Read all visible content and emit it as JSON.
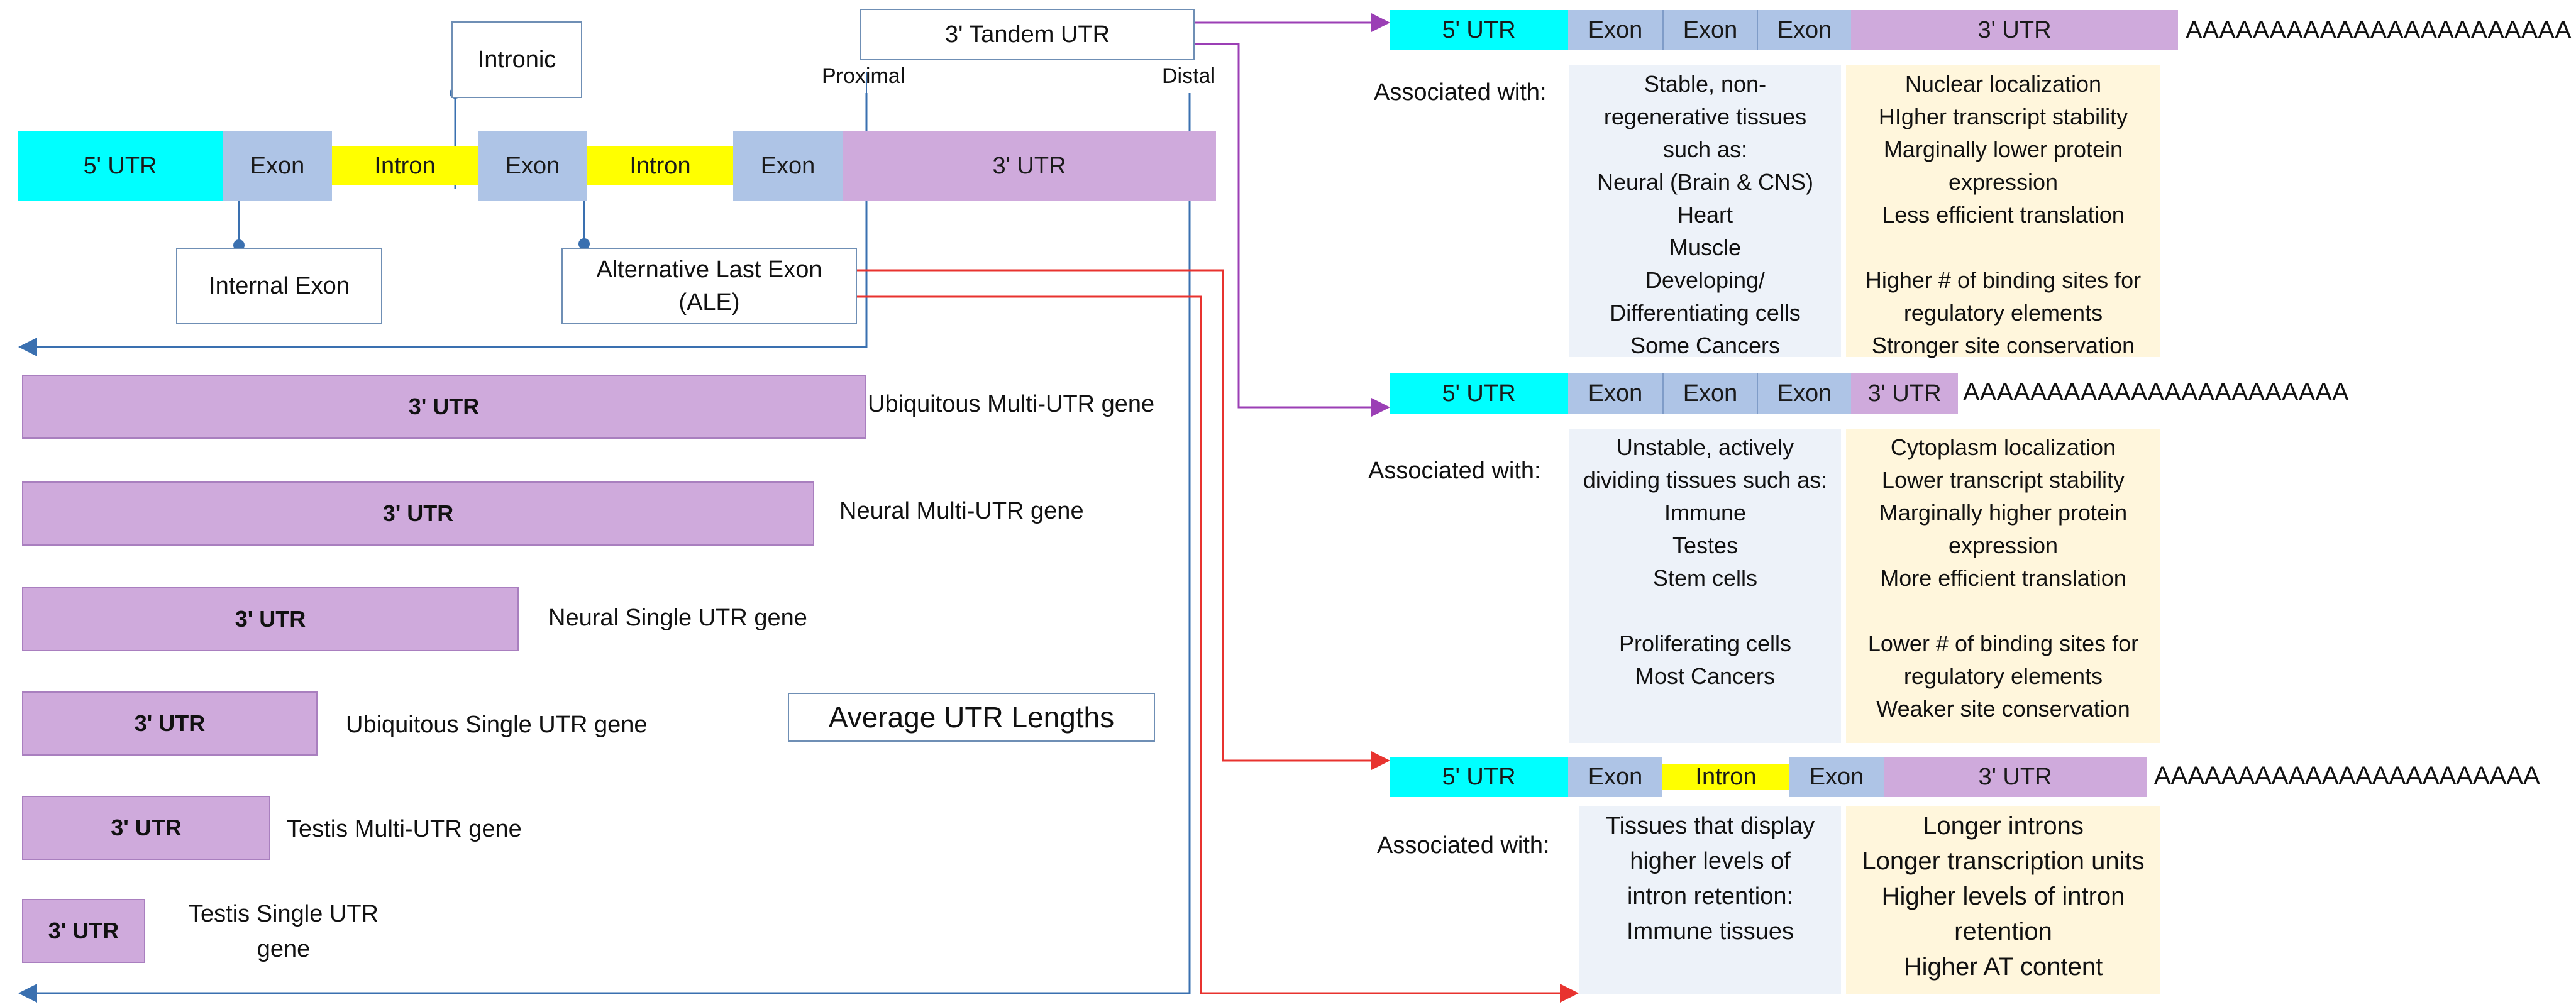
{
  "gene_model": {
    "segments": [
      "5' UTR",
      "Exon",
      "Intron",
      "Exon",
      "Intron",
      "Exon",
      "3' UTR"
    ],
    "callout_intronic": "Intronic",
    "callout_internal_exon": "Internal Exon",
    "callout_ale_line1": "Alternative Last Exon",
    "callout_ale_line2": "(ALE)",
    "callout_tandem": "3' Tandem UTR",
    "label_proximal": "Proximal",
    "label_distal": "Distal"
  },
  "utr_lengths": {
    "title": "Average UTR Lengths",
    "bar_text": "3' UTR",
    "bars": [
      {
        "label": "Ubiquitous Multi-UTR gene",
        "relative_length": 1.0
      },
      {
        "label": "Neural Multi-UTR gene",
        "relative_length": 0.94
      },
      {
        "label": "Neural Single UTR gene",
        "relative_length": 0.59
      },
      {
        "label": "Ubiquitous Single UTR gene",
        "relative_length": 0.35
      },
      {
        "label": "Testis Multi-UTR gene",
        "relative_length": 0.29
      },
      {
        "label_line1": "Testis Single UTR",
        "label_line2": "gene",
        "relative_length": 0.145
      }
    ]
  },
  "isoforms": [
    {
      "segments": [
        "5' UTR",
        "Exon",
        "Exon",
        "Exon",
        "3' UTR"
      ],
      "polyA": "AAAAAAAAAAAAAAAAAAAAAAA",
      "assoc_label": "Associated with:",
      "tissues": [
        "Stable, non-",
        "regenerative tissues",
        "such as:",
        "Neural (Brain & CNS)",
        "Heart",
        "Muscle",
        "Developing/",
        "Differentiating cells",
        "Some Cancers"
      ],
      "features": [
        "Nuclear localization",
        "HIgher transcript stability",
        "Marginally lower protein",
        "expression",
        "Less efficient translation",
        "",
        "Higher # of binding sites for",
        "regulatory elements",
        "Stronger site conservation"
      ]
    },
    {
      "segments": [
        "5' UTR",
        "Exon",
        "Exon",
        "Exon",
        "3' UTR"
      ],
      "polyA": "AAAAAAAAAAAAAAAAAAAAAAA",
      "assoc_label": "Associated with:",
      "tissues": [
        "Unstable, actively",
        "dividing tissues such as:",
        "Immune",
        "Testes",
        "Stem cells",
        "",
        "Proliferating cells",
        "Most Cancers"
      ],
      "features": [
        "Cytoplasm localization",
        "Lower transcript stability",
        "Marginally higher protein",
        "expression",
        "More efficient translation",
        "",
        "Lower # of binding sites for",
        "regulatory elements",
        "Weaker site conservation"
      ]
    },
    {
      "segments": [
        "5' UTR",
        "Exon",
        "Intron",
        "Exon",
        "3' UTR"
      ],
      "polyA": "AAAAAAAAAAAAAAAAAAAAAAA",
      "assoc_label": "Associated with:",
      "tissues": [
        "Tissues that display",
        "higher levels of",
        "intron retention:",
        "Immune tissues"
      ],
      "features": [
        "Longer introns",
        "Longer transcription units",
        "Higher levels of intron",
        "retention",
        "Higher AT content"
      ]
    }
  ],
  "colors": {
    "utr5": "#00ffff",
    "exon": "#aec4e6",
    "intron": "#ffff00",
    "utr3": "#cfaadc",
    "tissue_panel": "#edf2f9",
    "feature_panel": "#fff6dc",
    "blue_line": "#3a70b0",
    "red_line": "#e8332f",
    "purple_line": "#9b3fb5"
  }
}
